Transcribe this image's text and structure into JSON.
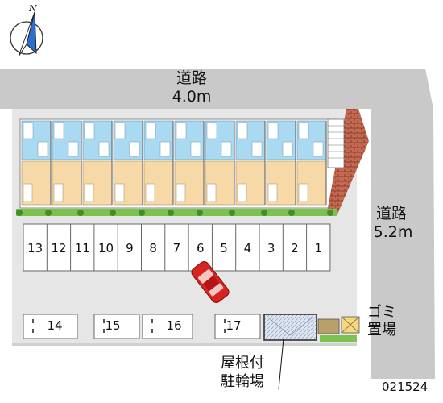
{
  "roads": {
    "top_name": "道路",
    "top_width": "4.0m",
    "right_name": "道路",
    "right_width": "5.2m"
  },
  "compass": {
    "north_label": "N"
  },
  "parking": {
    "top_row": [
      "13",
      "12",
      "11",
      "10",
      "9",
      "8",
      "7",
      "6",
      "5",
      "4",
      "3",
      "2",
      "1"
    ],
    "bottom_row": [
      "14",
      "15",
      "16",
      "17"
    ]
  },
  "facilities": {
    "garbage_label": [
      "ゴミ",
      "置場"
    ],
    "bike_label": [
      "屋根付",
      "駐輪場"
    ]
  },
  "property_code": "021524",
  "colors": {
    "road": "#c9c9c9",
    "lot": "#e6e6e6",
    "unit_room": "#f7d9a8",
    "unit_wet": "#a9daf2",
    "hedge": "#7cc24f",
    "wall": "#b25a45",
    "car": "#d8241e"
  }
}
